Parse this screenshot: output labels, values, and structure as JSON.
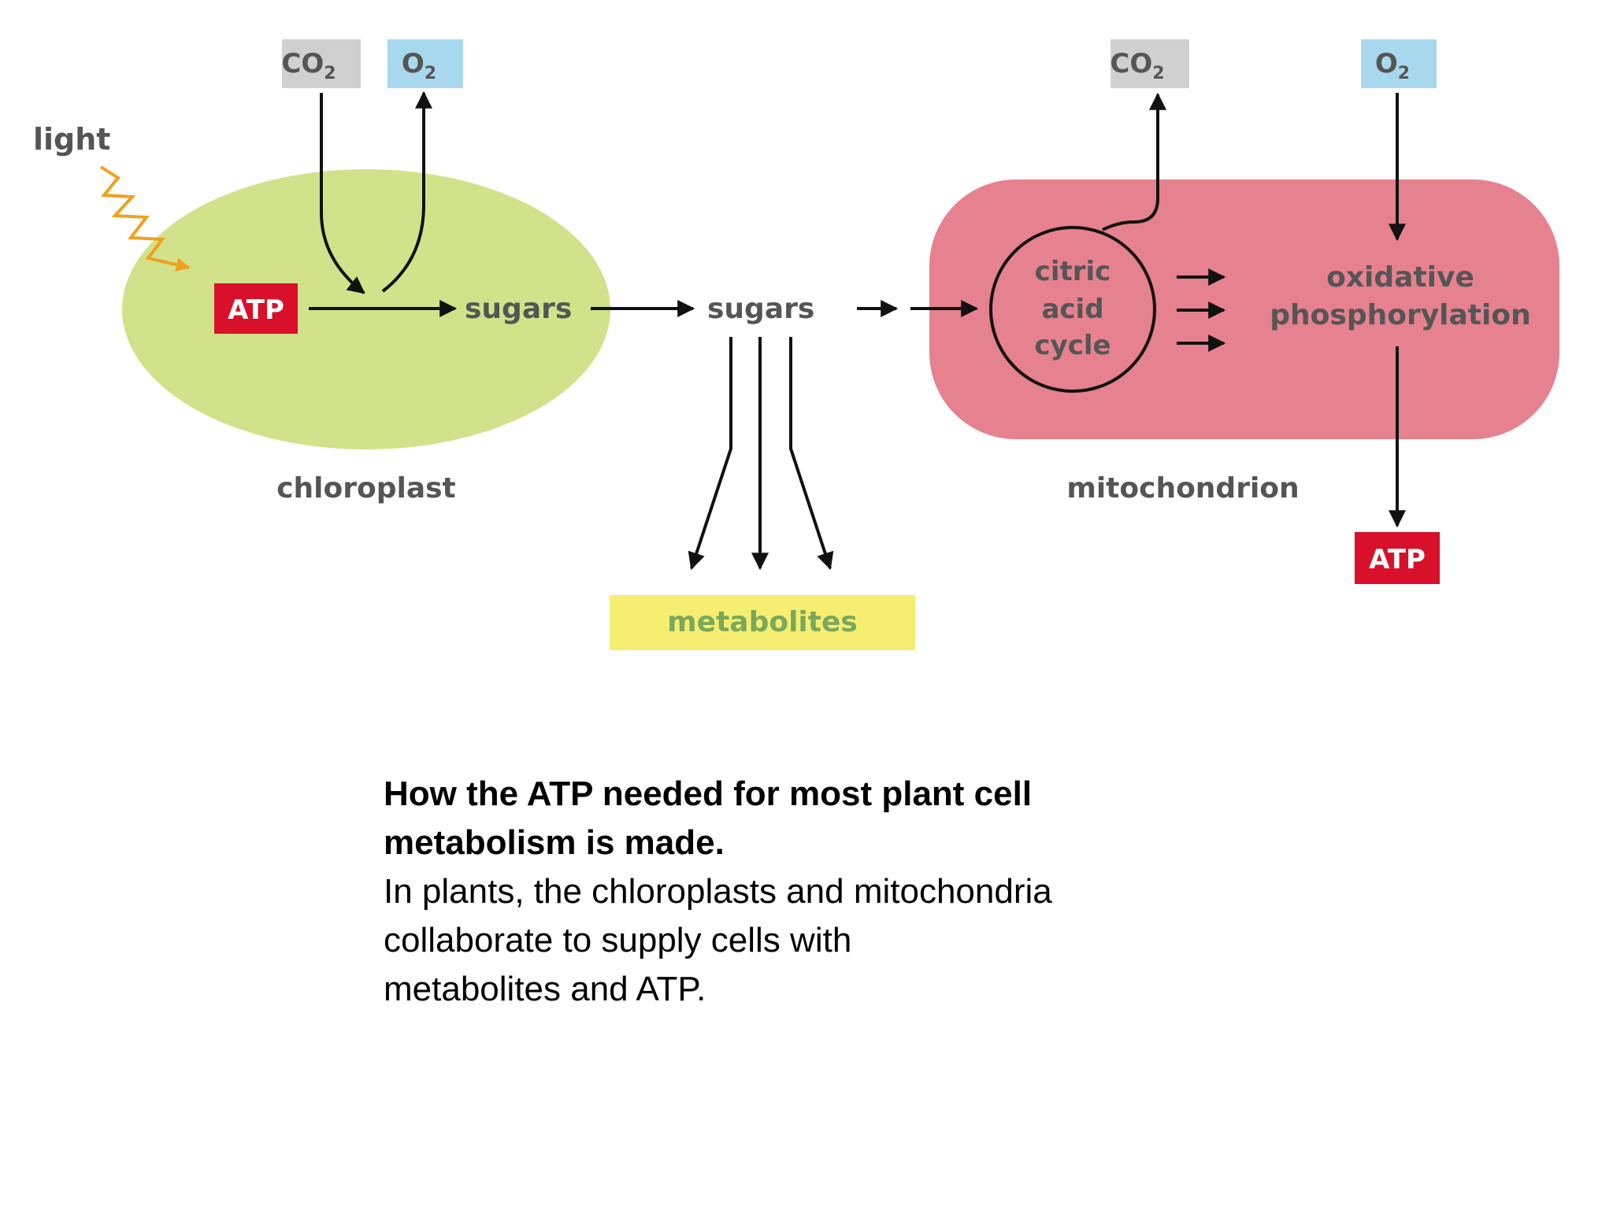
{
  "colors": {
    "chloroplast_fill": "#d2e28a",
    "mitochondrion_fill": "#e6818f",
    "atp_fill": "#d8102a",
    "co2_fill": "#d0d0d0",
    "o2_fill": "#a8d8ee",
    "metabolites_fill": "#f6ee70",
    "metabolites_text": "#7ba85a",
    "light_wave": "#f0a020",
    "arrow": "#111111"
  },
  "diagram": {
    "light": "light",
    "co2_left": "CO",
    "co2_left_sub": "2",
    "o2_left": "O",
    "o2_left_sub": "2",
    "co2_right": "CO",
    "co2_right_sub": "2",
    "o2_right": "O",
    "o2_right_sub": "2",
    "atp_left": "ATP",
    "sugars_chloroplast": "sugars",
    "sugars_cytosol": "sugars",
    "chloroplast_label": "chloroplast",
    "citric_line1": "citric",
    "citric_line2": "acid",
    "citric_line3": "cycle",
    "oxphos_line1": "oxidative",
    "oxphos_line2": "phosphorylation",
    "mitochondrion_label": "mitochondrion",
    "atp_right": "ATP",
    "metabolites": "metabolites"
  },
  "caption": {
    "title_line1": "How the ATP needed for most plant cell",
    "title_line2": "metabolism is made.",
    "body_line1": "In plants, the chloroplasts and mitochondria",
    "body_line2": "collaborate to supply cells with",
    "body_line3": "metabolites and ATP."
  }
}
